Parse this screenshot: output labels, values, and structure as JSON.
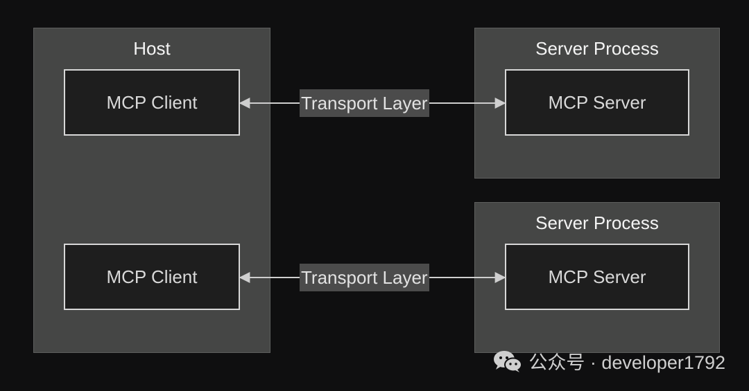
{
  "diagram": {
    "host": {
      "title": "Host",
      "clients": [
        {
          "label": "MCP Client"
        },
        {
          "label": "MCP Client"
        }
      ]
    },
    "server_processes": [
      {
        "title": "Server Process",
        "server": {
          "label": "MCP Server"
        }
      },
      {
        "title": "Server Process",
        "server": {
          "label": "MCP Server"
        }
      }
    ],
    "edges": [
      {
        "label": "Transport Layer",
        "from": "MCP Client",
        "to": "MCP Server",
        "bidirectional": true
      },
      {
        "label": "Transport Layer",
        "from": "MCP Client",
        "to": "MCP Server",
        "bidirectional": true
      }
    ]
  },
  "watermark": {
    "text": "公众号 · developer1792",
    "icon": "wechat-icon"
  },
  "colors": {
    "background": "#0f0f10",
    "container": "#454645",
    "node_fill": "#1e1e1e",
    "node_border": "#d8d8d8",
    "edge": "#cfcfcf",
    "edge_label_bg": "#4b4b4b"
  }
}
